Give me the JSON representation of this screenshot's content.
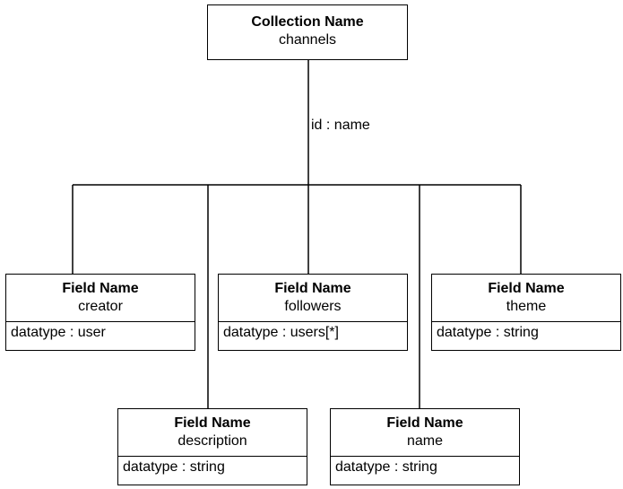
{
  "collection": {
    "title": "Collection Name",
    "name": "channels"
  },
  "edge_label": "id : name",
  "fields": [
    {
      "title": "Field Name",
      "name": "creator",
      "attr": "datatype : user"
    },
    {
      "title": "Field Name",
      "name": "followers",
      "attr": "datatype : users[*]"
    },
    {
      "title": "Field Name",
      "name": "theme",
      "attr": "datatype : string"
    },
    {
      "title": "Field Name",
      "name": "description",
      "attr": "datatype : string"
    },
    {
      "title": "Field Name",
      "name": "name",
      "attr": "datatype : string"
    }
  ]
}
